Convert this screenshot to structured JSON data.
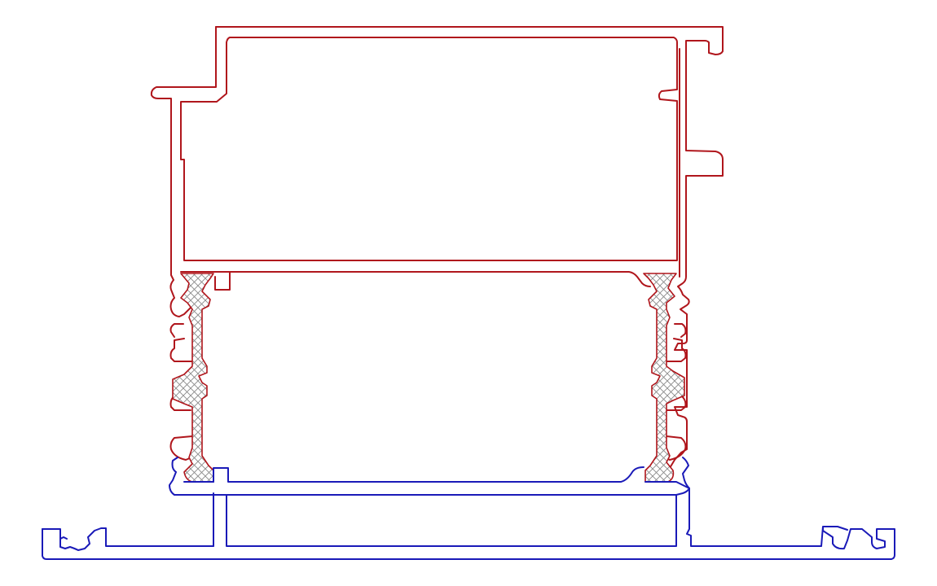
{
  "drawing": {
    "profiles": [
      {
        "name": "upper-frame-profile",
        "role": "sash/frame profile (top)",
        "color": "#b0161c"
      },
      {
        "name": "lower-base-profile",
        "role": "base profile (bottom)",
        "color": "#1a1ab8"
      },
      {
        "name": "thermal-break-strip",
        "role": "insulating polyamide strips",
        "color": "#b0161c",
        "hatch": "#8a8a8a"
      }
    ],
    "background": "#ffffff"
  }
}
